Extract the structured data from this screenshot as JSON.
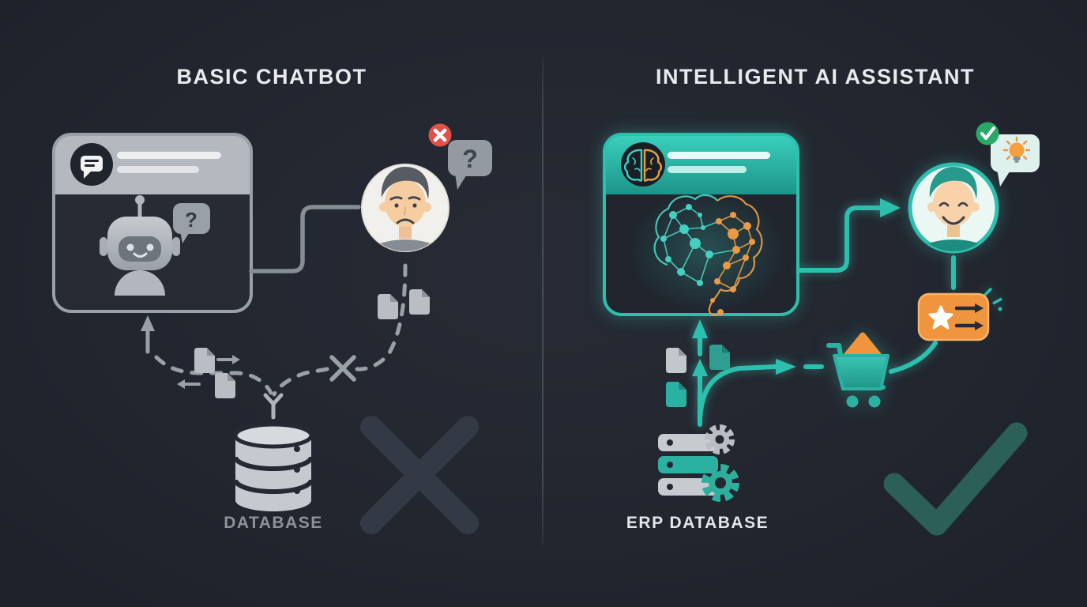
{
  "left_panel": {
    "title": "BASIC CHATBOT",
    "database_label": "DATABASE",
    "robot_bubble": "?",
    "user_bubble": "?",
    "verdict": "rejected-x"
  },
  "right_panel": {
    "title": "INTELLIGENT AI ASSISTANT",
    "database_label": "ERP DATABASE",
    "verdict": "approved-check"
  },
  "icons": {
    "left": [
      "chat-bubble-icon",
      "robot-icon",
      "question-bubble-icon",
      "error-x-badge-icon",
      "arrow-up-icon",
      "document-icon",
      "arrow-right-icon",
      "arrow-left-icon",
      "broken-link-x-icon",
      "merge-y-icon",
      "database-cylinder-icon",
      "failure-x-icon"
    ],
    "right": [
      "brain-icon",
      "neural-network-icon",
      "flow-arrow-icon",
      "success-check-badge-icon",
      "lightbulb-bubble-icon",
      "document-icon",
      "gear-icon",
      "erp-server-icon",
      "shopping-cart-icon",
      "recommendation-card-icon",
      "star-icon",
      "sparkle-icon",
      "success-check-icon"
    ]
  },
  "colors": {
    "background": "#22262f",
    "title_text": "#e8eaee",
    "divider": "#474d58",
    "gray_ui": "#9aa0a8",
    "window_gray_header": "#b4b9c0",
    "teal": "#2dbfae",
    "teal_deep": "#1c948a",
    "orange": "#f0953d",
    "red_badge": "#e15149",
    "green_badge": "#28a869",
    "muted_x": "#333a45",
    "muted_check": "#2b5f58",
    "label_gray": "#8d929a",
    "label_white": "#e3e7ea"
  }
}
